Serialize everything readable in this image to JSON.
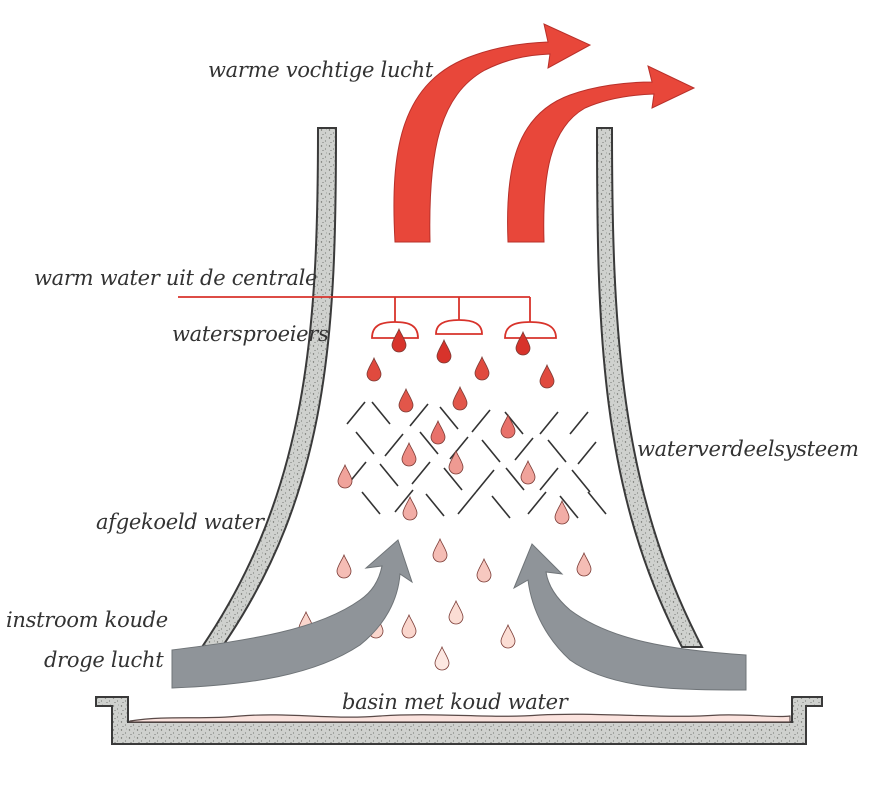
{
  "labels": {
    "warm_humid_air": "warme vochtige lucht",
    "hot_water": "warm water uit de centrale",
    "sprayers": "watersproeiers",
    "distribution": "waterverdeelsysteem",
    "cooled_water": "afgekoeld water",
    "inflow_line1": "instroom koude",
    "inflow_line2": "droge lucht",
    "basin": "basin met koud water"
  },
  "colors": {
    "hot_arrow": "#e8473a",
    "cold_arrow": "#8f9499",
    "pipe": "#d8332b",
    "wall_fill": "#c9cbc8",
    "wall_stroke": "#3a3a3a",
    "text": "#333333"
  }
}
